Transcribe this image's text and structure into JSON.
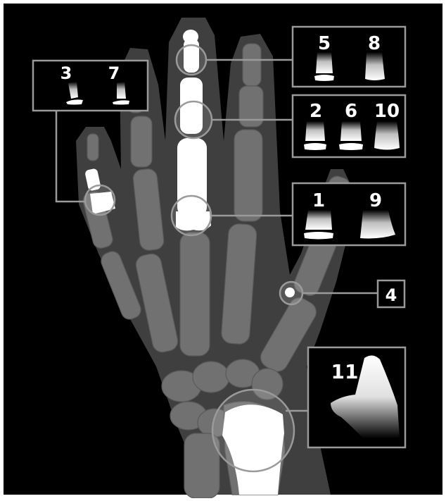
{
  "colors": {
    "background": "#000000",
    "skin": "#3f3f3f",
    "bone": "#717171",
    "highlight_bone": "#ffffff",
    "callout_line": "#9a9a9a"
  },
  "callouts": {
    "group_3_7": {
      "labels": [
        "3",
        "7"
      ]
    },
    "group_5_8": {
      "labels": [
        "5",
        "8"
      ]
    },
    "group_2_6_10": {
      "labels": [
        "2",
        "6",
        "10"
      ]
    },
    "group_1_9": {
      "labels": [
        "1",
        "9"
      ]
    },
    "group_4": {
      "labels": [
        "4"
      ]
    },
    "group_11": {
      "labels": [
        "11"
      ]
    }
  }
}
